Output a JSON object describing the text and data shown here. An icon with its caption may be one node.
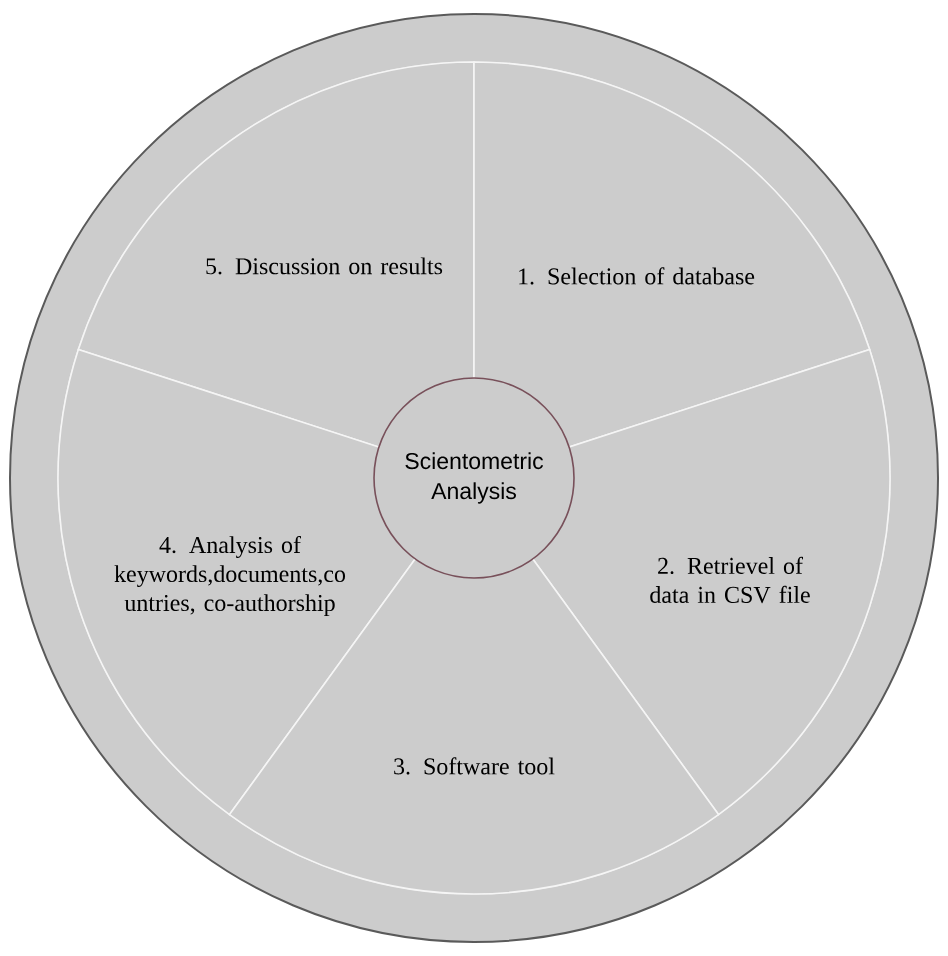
{
  "diagram": {
    "nodes": [
      {
        "text": [],
        "shape": "circle"
      },
      {
        "text": [
          "5. Discussion on results"
        ],
        "in": 0
      },
      {
        "text": [
          "1. Selection of database"
        ],
        "in": 0
      },
      {
        "text": [
          "Scientometric Analysis"
        ],
        "in": 0
      },
      {
        "text": [
          "4. Analysis of keywords,documents,co untries, co-authorship"
        ],
        "in": 0
      },
      {
        "text": [
          "2. Retrievel of data in CSV file"
        ],
        "in": 0
      },
      {
        "text": [
          "3. Software tool"
        ],
        "in": 0
      }
    ]
  }
}
